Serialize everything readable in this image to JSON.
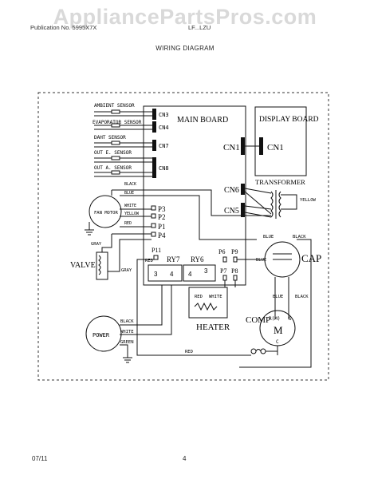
{
  "watermark": "AppliancePartsPros.com",
  "header": {
    "left": "Publication No. 5995X7X",
    "right": "LF...LZU",
    "title": "WIRING DIAGRAM"
  },
  "footer": {
    "date": "07/11",
    "page": "4"
  },
  "diagram": {
    "main_board": "MAIN BOARD",
    "display_board": "DISPLAY BOARD",
    "sensors": [
      "AMBIENT SENSOR",
      "EVAPORATOR SENSOR",
      "DAHT SENSOR",
      "OUT E. SENSOR",
      "OUT A. SENSOR"
    ],
    "connectors": {
      "cn3": "CN3",
      "cn4": "CN4",
      "cn7": "CN7",
      "cn8": "CN8",
      "cn1_main": "CN1",
      "cn1_display": "CN1",
      "cn6": "CN6",
      "cn5": "CN5"
    },
    "ports": {
      "p3": "P3",
      "p2": "P2",
      "p1": "P1",
      "p4": "P4",
      "p11": "P11",
      "p6": "P6",
      "p9": "P9",
      "p7": "P7",
      "p8": "P8"
    },
    "relays": {
      "ry7": "RY7",
      "ry6": "RY6",
      "ry7_pin1": "3",
      "ry7_pin2": "4",
      "ry6_pin1": "4",
      "ry6_pin2": "3"
    },
    "components": {
      "transformer": "TRANSFORMER",
      "fan_motor": "FAN MOTOR",
      "valve": "VALVE",
      "cap": "CAP",
      "heater": "HEATER",
      "comp": "COMP",
      "power": "POWER",
      "motor_symbol": "M",
      "comp_r": "R(M)",
      "comp_s": "S",
      "comp_c": "C"
    },
    "wires": {
      "black": "BLACK",
      "blue": "BLUE",
      "white": "WHITE",
      "yellow": "YELLOW",
      "red": "RED",
      "gray": "GRAY",
      "green": "GREEN"
    }
  }
}
